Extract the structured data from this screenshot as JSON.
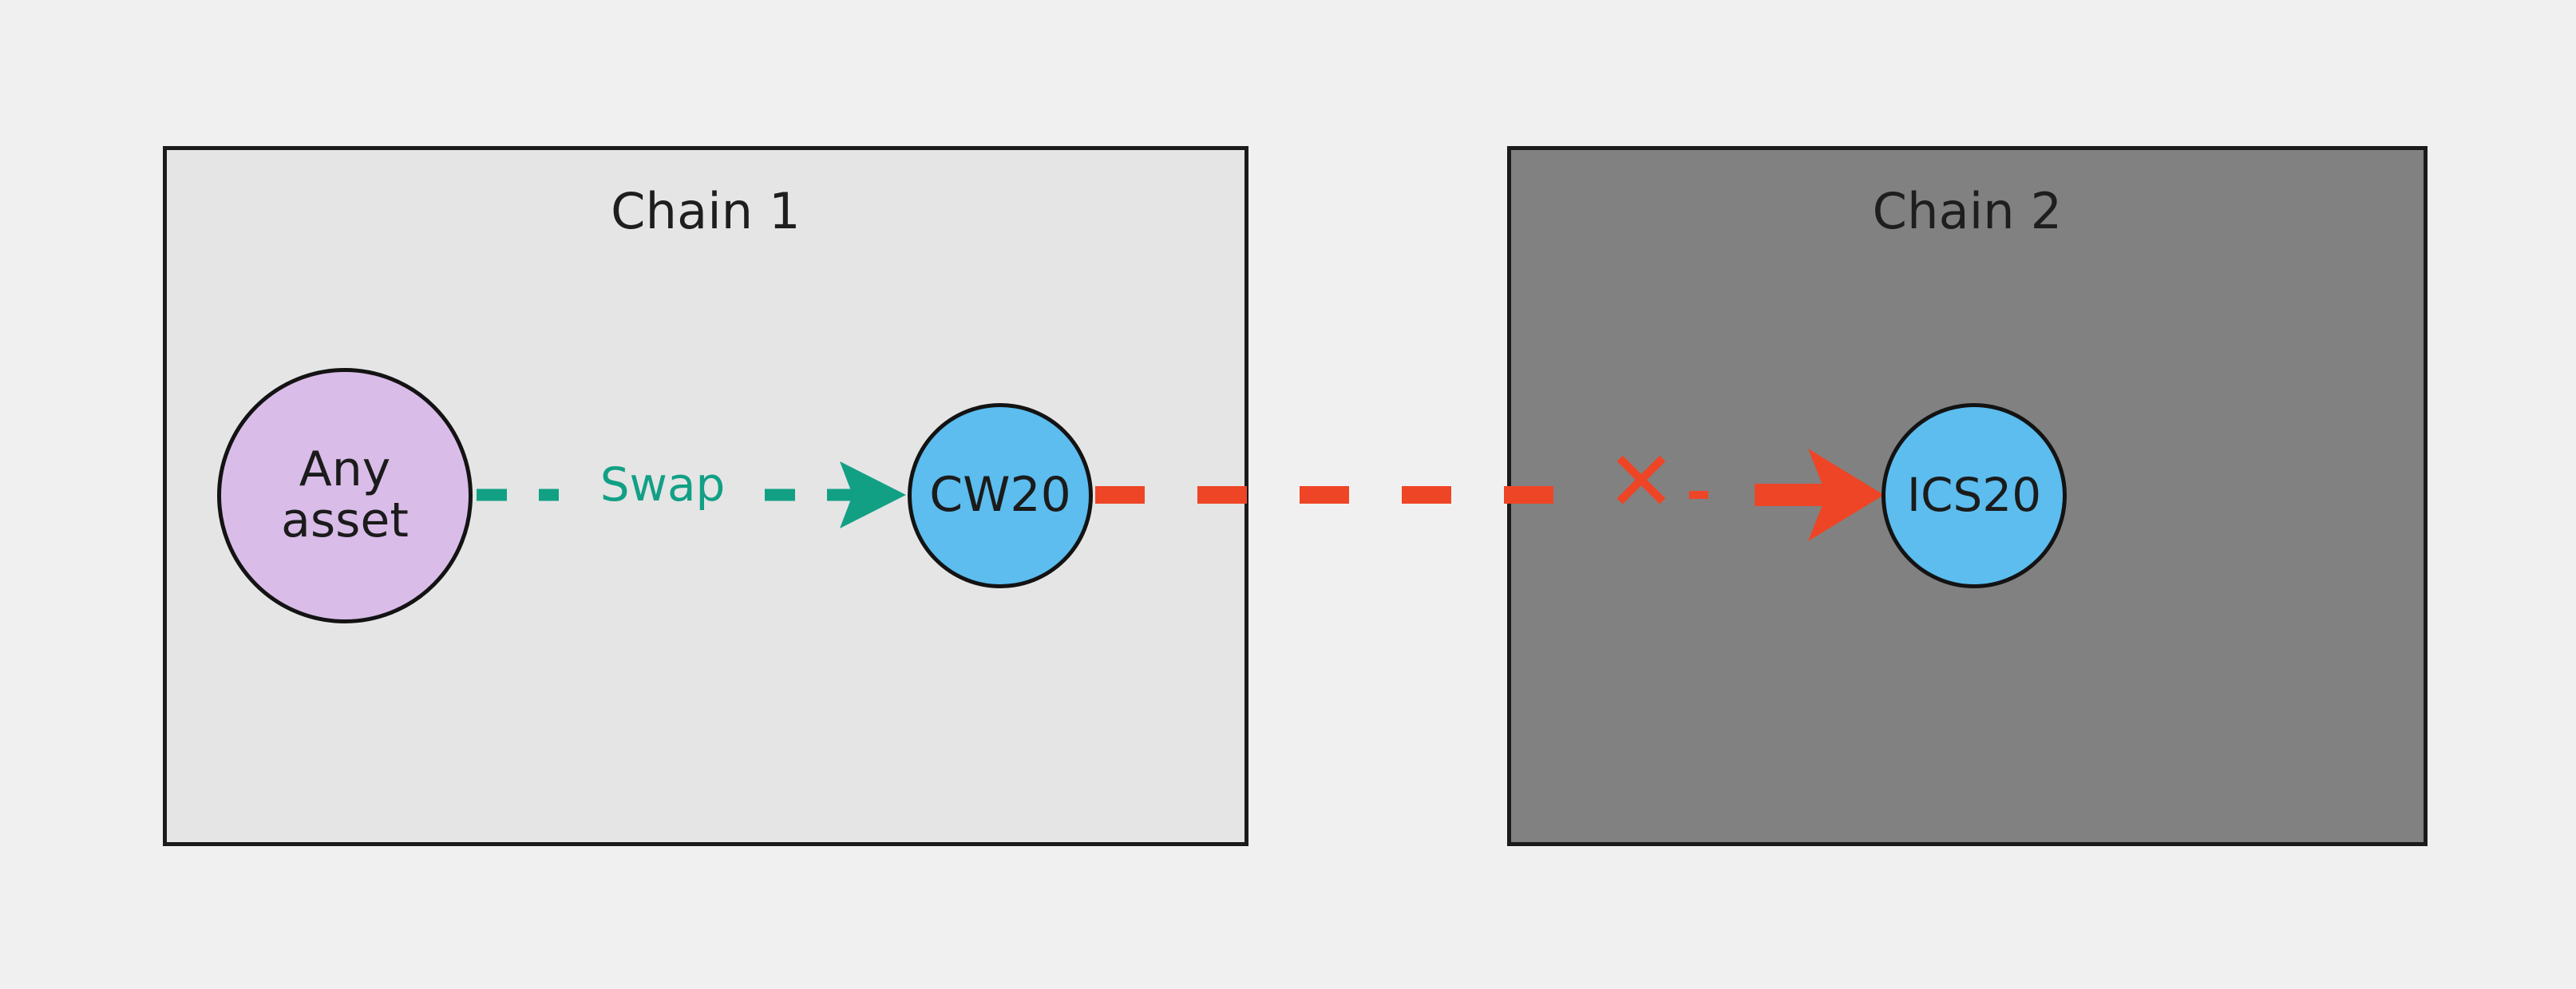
{
  "diagram": {
    "title_semantic": "cross-chain token transfer not supported",
    "background_color": "#f0f0f0"
  },
  "chains": [
    {
      "id": "chain1",
      "label": "Chain 1",
      "fill_color": "#e5e5e5",
      "border_color": "#1b1b1b",
      "nodes": [
        {
          "id": "any-asset",
          "label_lines": [
            "Any",
            "asset"
          ],
          "line1": "Any",
          "line2": "asset",
          "fill_color": "#d9bce8",
          "border_color": "#131313",
          "shape": "circle"
        },
        {
          "id": "cw20",
          "label": "CW20",
          "fill_color": "#5cbdee",
          "border_color": "#131313",
          "shape": "circle"
        }
      ]
    },
    {
      "id": "chain2",
      "label": "Chain 2",
      "fill_color": "#818181",
      "border_color": "#1b1b1b",
      "nodes": [
        {
          "id": "ics20",
          "label": "ICS20",
          "fill_color": "#5cbdee",
          "border_color": "#131313",
          "shape": "circle"
        }
      ]
    }
  ],
  "edges": [
    {
      "id": "swap-edge",
      "label": "Swap",
      "from": "any-asset",
      "to": "cw20",
      "style": "dashed",
      "color": "#12a085",
      "arrowhead": true,
      "blocked": false
    },
    {
      "id": "transfer-edge",
      "label": "",
      "from": "cw20",
      "to": "ics20",
      "style": "dashed",
      "color": "#ee4526",
      "arrowhead": true,
      "blocked": true,
      "block_marker": "✕"
    }
  ]
}
